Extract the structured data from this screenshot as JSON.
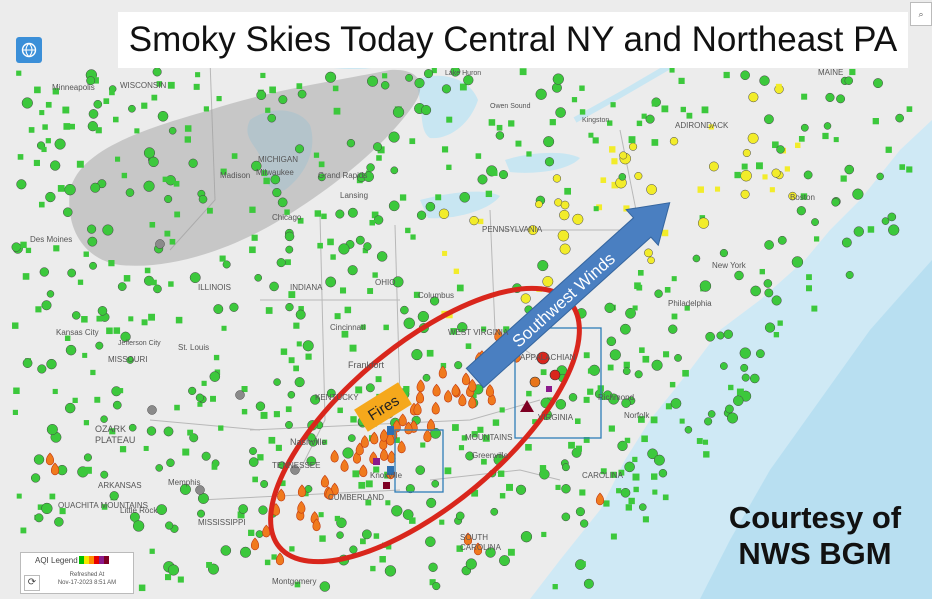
{
  "title": "Smoky Skies Today Central NY and Northeast PA",
  "credit": {
    "line1": "Courtesy of",
    "line2": "NWS BGM"
  },
  "annotations": {
    "fires": "Fires",
    "winds": "Southwest Winds"
  },
  "legend": {
    "title": "AQI Legend",
    "refreshed": "Refreshed At\nNov-17-2023 8:51 AM",
    "colors": [
      "#00c000",
      "#f7e600",
      "#ff8c00",
      "#e60000",
      "#8b1a8b",
      "#7e0023"
    ]
  },
  "icons": {
    "globe": "globe-icon",
    "refresh": "refresh-icon",
    "zoom": "zoom-icon"
  },
  "colors": {
    "good": "#3cc83c",
    "moderate": "#f2ec2a",
    "red": "#d9261c",
    "arrow": "#4a7fc1",
    "fires_label": "#f5a81c",
    "water": "#c8e6f2",
    "land": "#ececec"
  },
  "map_labels": [
    {
      "id": "minneapolis",
      "text": "Minneapolis"
    },
    {
      "id": "wisconsin",
      "text": "WISCONSIN"
    },
    {
      "id": "lake-huron",
      "text": "Lake Huron"
    },
    {
      "id": "owen-sound",
      "text": "Owen Sound"
    },
    {
      "id": "kingston",
      "text": "Kingston"
    },
    {
      "id": "adirondack",
      "text": "ADIRONDACK"
    },
    {
      "id": "maine",
      "text": "MAINE"
    },
    {
      "id": "michigan",
      "text": "MICHIGAN"
    },
    {
      "id": "milwaukee",
      "text": "Milwaukee"
    },
    {
      "id": "madison",
      "text": "Madison"
    },
    {
      "id": "grand-rapids",
      "text": "Grand Rapids"
    },
    {
      "id": "lansing",
      "text": "Lansing"
    },
    {
      "id": "chicago",
      "text": "Chicago"
    },
    {
      "id": "des-moines",
      "text": "Des Moines"
    },
    {
      "id": "boston",
      "text": "Boston"
    },
    {
      "id": "pennsylvania",
      "text": "PENNSYLVANIA"
    },
    {
      "id": "illinois",
      "text": "ILLINOIS"
    },
    {
      "id": "indiana",
      "text": "INDIANA"
    },
    {
      "id": "ohio",
      "text": "OHIO"
    },
    {
      "id": "columbus",
      "text": "Columbus"
    },
    {
      "id": "new-york",
      "text": "New York"
    },
    {
      "id": "philadelphia",
      "text": "Philadelphia"
    },
    {
      "id": "kansas-city",
      "text": "Kansas City"
    },
    {
      "id": "jefferson-city",
      "text": "Jefferson City"
    },
    {
      "id": "missouri",
      "text": "MISSOURI"
    },
    {
      "id": "st-louis",
      "text": "St. Louis"
    },
    {
      "id": "cincinnati",
      "text": "Cincinnati"
    },
    {
      "id": "frankfort",
      "text": "Frankfort"
    },
    {
      "id": "west-virginia",
      "text": "WEST VIRGINIA"
    },
    {
      "id": "kentucky",
      "text": "KENTUCKY"
    },
    {
      "id": "virginia",
      "text": "VIRGINIA"
    },
    {
      "id": "richmond",
      "text": "Richmond"
    },
    {
      "id": "norfolk",
      "text": "Norfolk"
    },
    {
      "id": "ozark",
      "text": "OZARK\nPLATEAU"
    },
    {
      "id": "nashville",
      "text": "Nashville"
    },
    {
      "id": "knoxville",
      "text": "Knoxville"
    },
    {
      "id": "tennessee",
      "text": "TENNESSEE"
    },
    {
      "id": "arkansas",
      "text": "ARKANSAS"
    },
    {
      "id": "memphis",
      "text": "Memphis"
    },
    {
      "id": "ouachita",
      "text": "OUACHITA MOUNTAINS"
    },
    {
      "id": "little-rock",
      "text": "Little Rock"
    },
    {
      "id": "mississippi",
      "text": "MISSISSIPPI"
    },
    {
      "id": "greenville",
      "text": "Greenville"
    },
    {
      "id": "carolina",
      "text": "CAROLINA"
    },
    {
      "id": "south-carolina",
      "text": "SOUTH\nCAROLINA"
    },
    {
      "id": "montgomery",
      "text": "Montgomery"
    },
    {
      "id": "cumberland",
      "text": "CUMBERLAND"
    },
    {
      "id": "appalachian",
      "text": "APPALACHIAN"
    },
    {
      "id": "mountains",
      "text": "MOUNTAINS"
    }
  ]
}
